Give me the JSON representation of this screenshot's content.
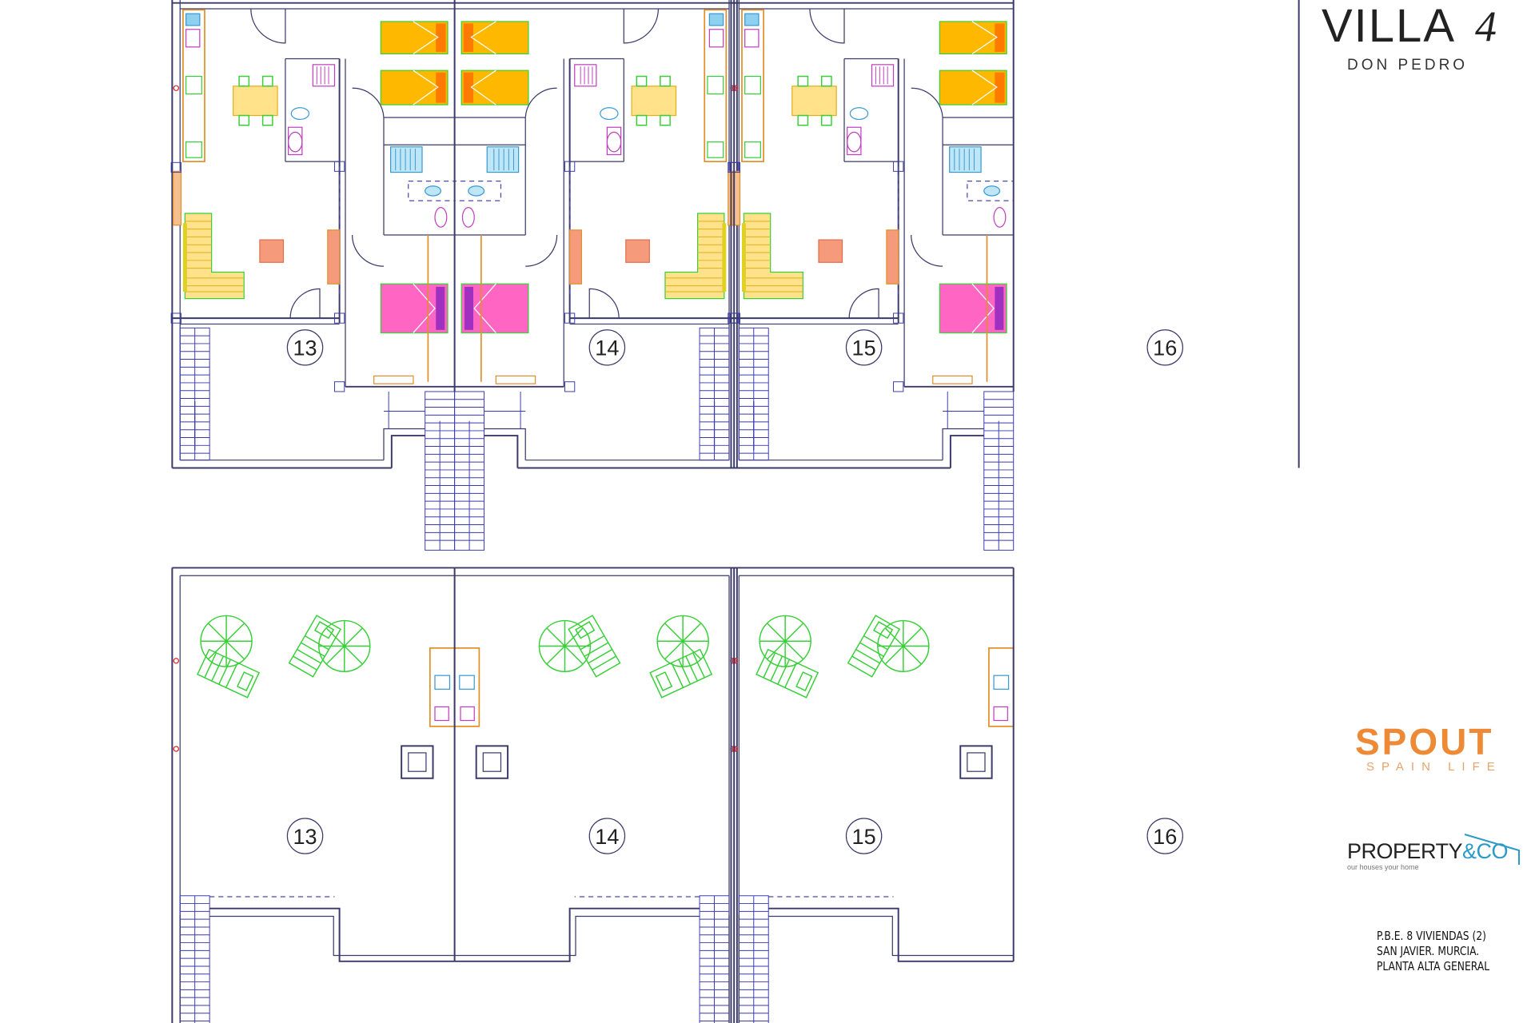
{
  "logos": {
    "villa": {
      "title": "VILLA",
      "number": "4",
      "subtitle": "DON PEDRO"
    },
    "spout": {
      "title": "SPOUT",
      "subtitle": "SPAIN LIFE",
      "color": "#ee8a35"
    },
    "property": {
      "title": "PROPERTY",
      "suffix": "&CO",
      "tagline": "our houses your home",
      "accent": "#2a9ac8"
    }
  },
  "title_block": {
    "lines": [
      "P.B.E. 8 VIVIENDAS (2)",
      "SAN JAVIER. MURCIA.",
      "PLANTA ALTA GENERAL"
    ]
  },
  "upper_plan": {
    "unit_numbers": [
      "13",
      "14",
      "15",
      "16"
    ]
  },
  "roof_plan": {
    "unit_numbers": [
      "13",
      "14",
      "15",
      "16"
    ]
  },
  "colors": {
    "bed_single": "#ffb800",
    "bed_double": "#ff66c4",
    "furniture": "#38d038",
    "walls": "#3a3a6a"
  }
}
